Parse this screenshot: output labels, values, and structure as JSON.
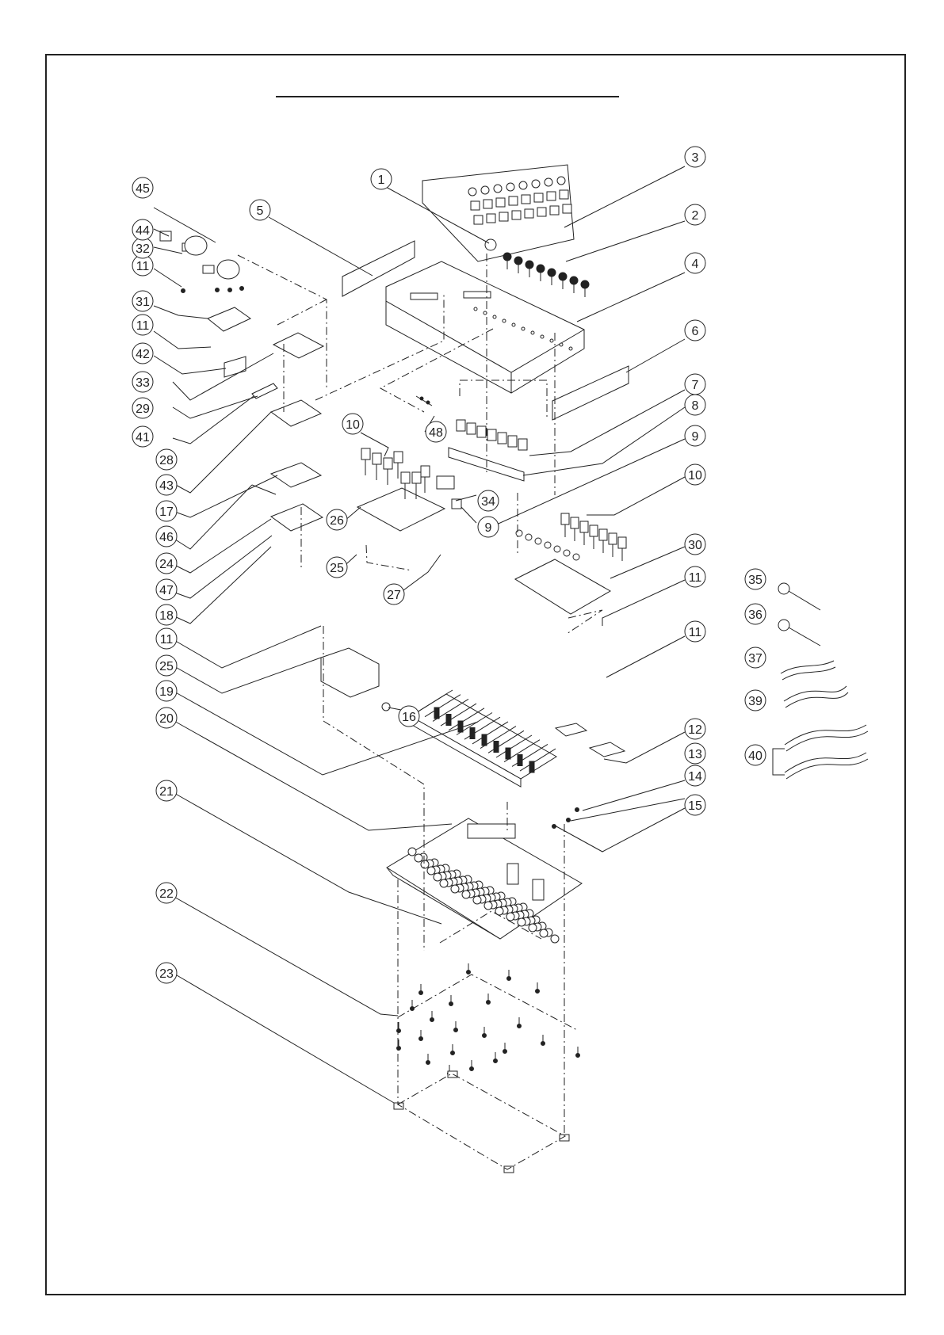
{
  "diagram": {
    "callouts": [
      {
        "id": "c1",
        "label": "1"
      },
      {
        "id": "c2",
        "label": "2"
      },
      {
        "id": "c3",
        "label": "3"
      },
      {
        "id": "c4",
        "label": "4"
      },
      {
        "id": "c5",
        "label": "5"
      },
      {
        "id": "c6",
        "label": "6"
      },
      {
        "id": "c7",
        "label": "7"
      },
      {
        "id": "c8",
        "label": "8"
      },
      {
        "id": "c9a",
        "label": "9"
      },
      {
        "id": "c9b",
        "label": "9"
      },
      {
        "id": "c10a",
        "label": "10"
      },
      {
        "id": "c10b",
        "label": "10"
      },
      {
        "id": "c11a",
        "label": "11"
      },
      {
        "id": "c11b",
        "label": "11"
      },
      {
        "id": "c11c",
        "label": "11"
      },
      {
        "id": "c11d",
        "label": "11"
      },
      {
        "id": "c11e",
        "label": "11"
      },
      {
        "id": "c12",
        "label": "12"
      },
      {
        "id": "c13",
        "label": "13"
      },
      {
        "id": "c14",
        "label": "14"
      },
      {
        "id": "c15",
        "label": "15"
      },
      {
        "id": "c16",
        "label": "16"
      },
      {
        "id": "c17",
        "label": "17"
      },
      {
        "id": "c18",
        "label": "18"
      },
      {
        "id": "c19",
        "label": "19"
      },
      {
        "id": "c20",
        "label": "20"
      },
      {
        "id": "c21",
        "label": "21"
      },
      {
        "id": "c22",
        "label": "22"
      },
      {
        "id": "c23",
        "label": "23"
      },
      {
        "id": "c24",
        "label": "24"
      },
      {
        "id": "c25a",
        "label": "25"
      },
      {
        "id": "c25b",
        "label": "25"
      },
      {
        "id": "c26",
        "label": "26"
      },
      {
        "id": "c27",
        "label": "27"
      },
      {
        "id": "c28",
        "label": "28"
      },
      {
        "id": "c29",
        "label": "29"
      },
      {
        "id": "c30",
        "label": "30"
      },
      {
        "id": "c31",
        "label": "31"
      },
      {
        "id": "c32",
        "label": "32"
      },
      {
        "id": "c33",
        "label": "33"
      },
      {
        "id": "c34",
        "label": "34"
      },
      {
        "id": "c35",
        "label": "35"
      },
      {
        "id": "c36",
        "label": "36"
      },
      {
        "id": "c37",
        "label": "37"
      },
      {
        "id": "c39",
        "label": "39"
      },
      {
        "id": "c40",
        "label": "40"
      },
      {
        "id": "c41",
        "label": "41"
      },
      {
        "id": "c42",
        "label": "42"
      },
      {
        "id": "c43",
        "label": "43"
      },
      {
        "id": "c44",
        "label": "44"
      },
      {
        "id": "c45",
        "label": "45"
      },
      {
        "id": "c46",
        "label": "46"
      },
      {
        "id": "c47",
        "label": "47"
      },
      {
        "id": "c48",
        "label": "48"
      }
    ]
  }
}
